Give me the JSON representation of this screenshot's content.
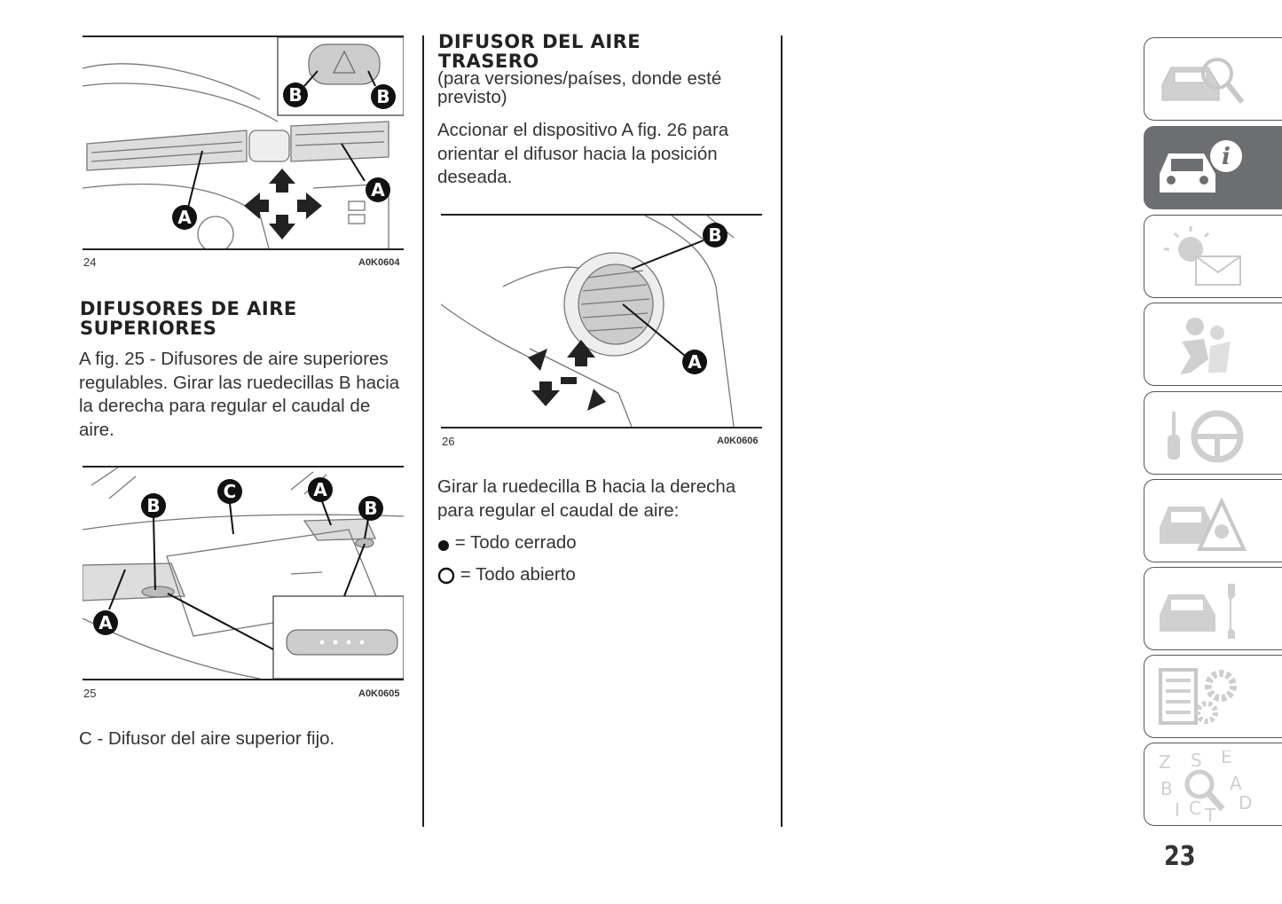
{
  "col1": {
    "fig24": {
      "number": "24",
      "code": "A0K0604",
      "callouts": [
        "B",
        "B",
        "A",
        "A"
      ]
    },
    "heading": "DIFUSORES DE AIRE SUPERIORES",
    "paragraph": "A fig. 25 - Difusores de aire superiores regulables. Girar las ruedecillas B hacia la derecha para regular el caudal de aire.",
    "fig25": {
      "number": "25",
      "code": "A0K0605",
      "callouts": [
        "B",
        "C",
        "A",
        "B",
        "A"
      ]
    },
    "note": "C - Difusor del aire superior fijo."
  },
  "col2": {
    "heading": "DIFUSOR DEL AIRE TRASERO",
    "subheading": "(para versiones/países, donde esté previsto)",
    "paragraph": "Accionar el dispositivo A fig. 26 para orientar el difusor hacia la posición deseada.",
    "fig26": {
      "number": "26",
      "code": "A0K0606",
      "callouts": [
        "B",
        "A"
      ]
    },
    "paragraph2": "Girar la ruedecilla B hacia la derecha para regular el caudal de aire:",
    "legend": [
      {
        "symbol": "filled-circle",
        "text": "= Todo cerrado"
      },
      {
        "symbol": "open-circle",
        "text": "= Todo abierto"
      }
    ]
  },
  "sidebar": {
    "tabs": [
      {
        "icon": "car-magnifier-icon",
        "active": false
      },
      {
        "icon": "car-info-icon",
        "active": true
      },
      {
        "icon": "warning-light-envelope-icon",
        "active": false
      },
      {
        "icon": "passenger-airbag-icon",
        "active": false
      },
      {
        "icon": "key-steering-wheel-icon",
        "active": false
      },
      {
        "icon": "car-hazard-triangle-icon",
        "active": false
      },
      {
        "icon": "car-wrench-icon",
        "active": false
      },
      {
        "icon": "spec-sheet-gears-icon",
        "active": false
      },
      {
        "icon": "alphabet-index-icon",
        "active": false
      }
    ]
  },
  "page_number": "23",
  "colors": {
    "tab_active": "#6d6e71",
    "text": "#222222"
  }
}
